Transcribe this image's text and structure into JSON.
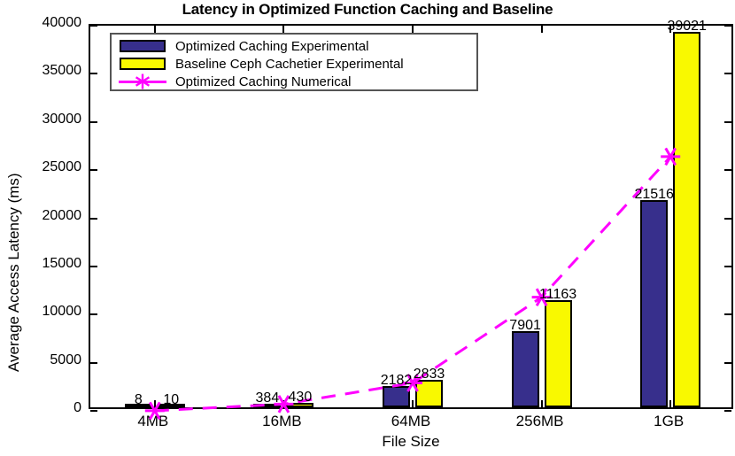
{
  "chart_data": {
    "type": "bar",
    "title": "Latency in Optimized Function Caching and Baseline",
    "xlabel": "File Size",
    "ylabel": "Average Access Latency (ms)",
    "categories": [
      "4MB",
      "16MB",
      "64MB",
      "256MB",
      "1GB"
    ],
    "ylim": [
      0,
      40000
    ],
    "yticks": [
      0,
      5000,
      10000,
      15000,
      20000,
      25000,
      30000,
      35000,
      40000
    ],
    "ytick_labels": [
      "0",
      "5000",
      "10000",
      "15000",
      "20000",
      "25000",
      "30000",
      "35000",
      "40000"
    ],
    "grid": false,
    "legend_position": "upper-left-inside",
    "series": [
      {
        "name": "Optimized Caching Experimental",
        "kind": "bar",
        "color": "#372F8C",
        "values": [
          8,
          384,
          2182,
          7901,
          21516
        ],
        "labels": [
          "8",
          "384",
          "2182",
          "7901",
          "21516"
        ]
      },
      {
        "name": "Baseline Ceph Cachetier Experimental",
        "kind": "bar",
        "color": "#F9F900",
        "values": [
          10,
          430,
          2833,
          11163,
          39021
        ],
        "labels": [
          "10",
          "430",
          "2833",
          "11163",
          "39021"
        ]
      },
      {
        "name": "Optimized Caching Numerical",
        "kind": "line",
        "color": "#FF00FF",
        "marker": "star",
        "linestyle": "dashed",
        "values": [
          10,
          700,
          2900,
          11800,
          26400
        ]
      }
    ]
  },
  "legend": {
    "items": [
      {
        "label": "Optimized Caching Experimental",
        "key": "swatch-blue"
      },
      {
        "label": "Baseline Ceph Cachetier Experimental",
        "key": "swatch-yellow"
      },
      {
        "label": "Optimized Caching Numerical",
        "key": "line-star-magenta"
      }
    ]
  },
  "colors": {
    "bar_blue": "#372F8C",
    "bar_yellow": "#F9F900",
    "numerical_magenta": "#FF00FF",
    "axis": "#000000",
    "background": "#FFFFFF"
  }
}
